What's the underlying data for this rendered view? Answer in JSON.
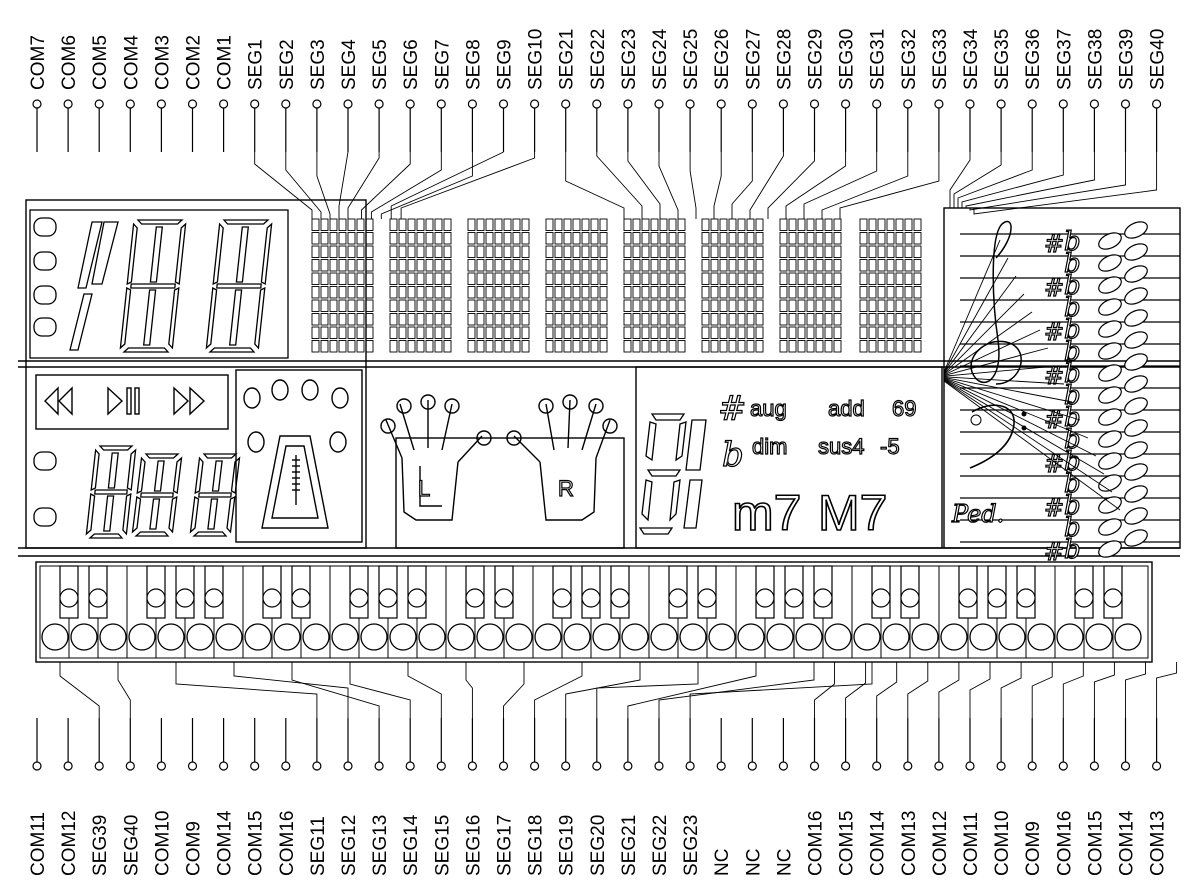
{
  "top_pins": [
    "COM7",
    "COM6",
    "COM5",
    "COM4",
    "COM3",
    "COM2",
    "COM1",
    "SEG1",
    "SEG2",
    "SEG3",
    "SEG4",
    "SEG5",
    "SEG6",
    "SEG7",
    "SEG8",
    "SEG9",
    "SEG10",
    "SEG21",
    "SEG22",
    "SEG23",
    "SEG24",
    "SEG25",
    "SEG26",
    "SEG27",
    "SEG28",
    "SEG29",
    "SEG30",
    "SEG31",
    "SEG32",
    "SEG33",
    "SEG34",
    "SEG35",
    "SEG36",
    "SEG37",
    "SEG38",
    "SEG39",
    "SEG40"
  ],
  "bottom_pins": [
    "COM11",
    "COM12",
    "SEG39",
    "SEG40",
    "COM10",
    "COM9",
    "COM14",
    "COM15",
    "COM16",
    "SEG11",
    "SEG12",
    "SEG13",
    "SEG14",
    "SEG15",
    "SEG16",
    "SEG17",
    "SEG18",
    "SEG19",
    "SEG20",
    "SEG21",
    "SEG22",
    "SEG23",
    "NC",
    "NC",
    "NC",
    "COM16",
    "COM15",
    "COM14",
    "COM13",
    "COM12",
    "COM11",
    "COM10",
    "COM9",
    "COM16",
    "COM15",
    "COM14",
    "COM13"
  ],
  "chord": {
    "sharp": "#",
    "flat": "b",
    "aug": "aug",
    "add": "add",
    "six_nine": "69",
    "dim": "dim",
    "sus4": "sus4",
    "minus5": "-5",
    "m7": "m7",
    "M7": "M7"
  },
  "hands": {
    "left": "L",
    "right": "R"
  },
  "pedal": "Ped."
}
